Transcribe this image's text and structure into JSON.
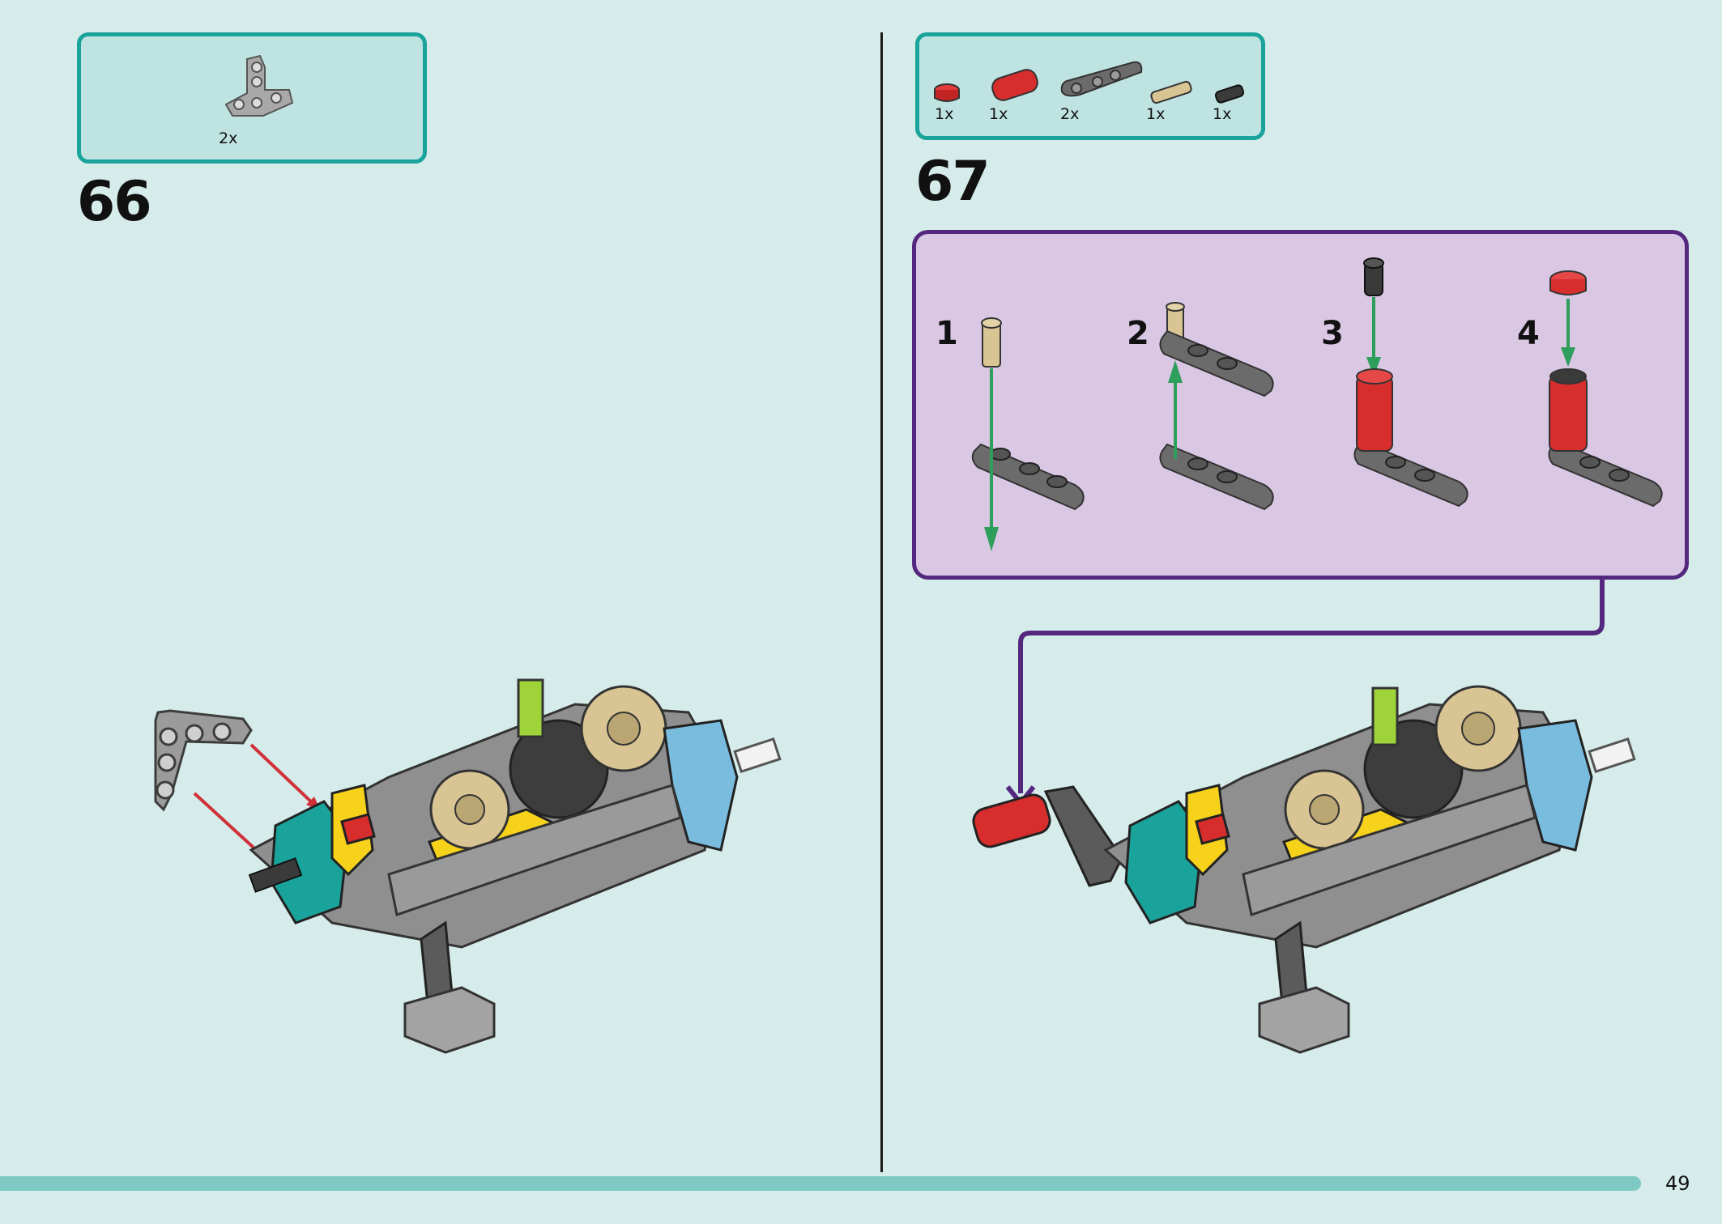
{
  "page": {
    "number": "49"
  },
  "step66": {
    "number": "66",
    "parts": [
      {
        "name": "T-beam",
        "qty": "2x"
      }
    ]
  },
  "step67": {
    "number": "67",
    "parts": [
      {
        "name": "red-cap",
        "qty": "1x"
      },
      {
        "name": "red-axle-connector",
        "qty": "1x"
      },
      {
        "name": "dark-grey-beam",
        "qty": "2x"
      },
      {
        "name": "tan-pin",
        "qty": "1x"
      },
      {
        "name": "black-pin",
        "qty": "1x"
      }
    ],
    "substeps": [
      "1",
      "2",
      "3",
      "4"
    ]
  },
  "colors": {
    "background": "#d6ecea",
    "parts_box_border": "#1aa39b",
    "callout_border": "#54287f",
    "callout_fill": "#d9c7e4",
    "insert_arrow_green": "#2e9e5b",
    "insert_arrow_red": "#d0303a"
  }
}
